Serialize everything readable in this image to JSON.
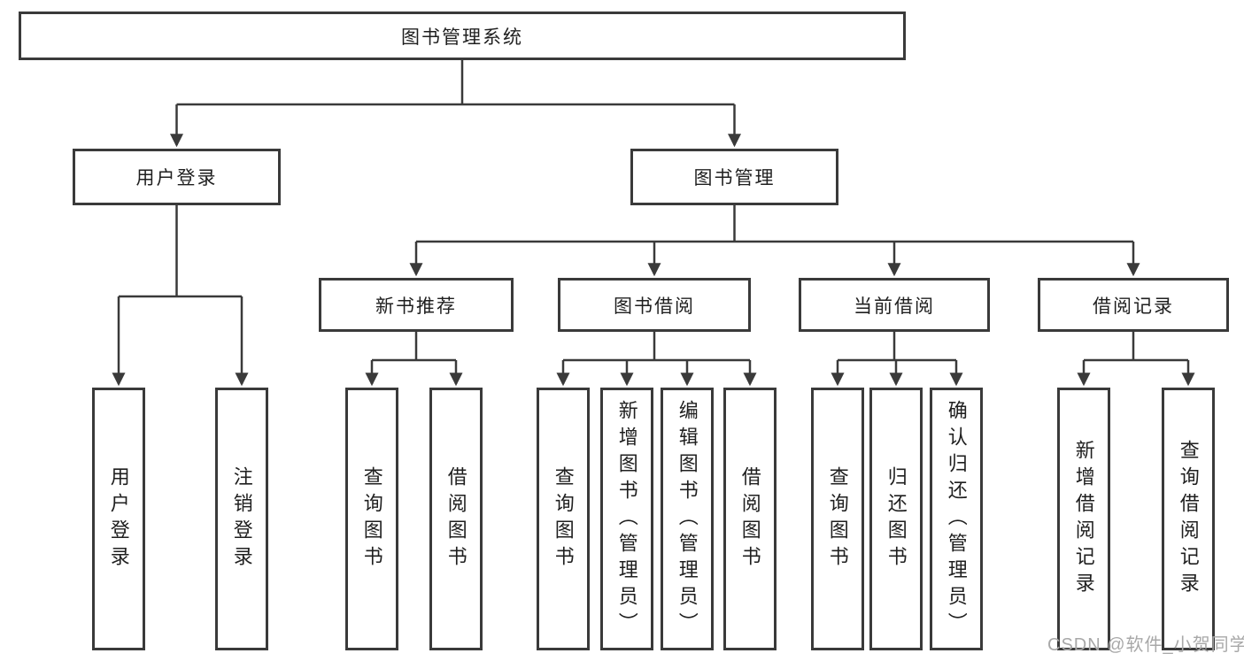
{
  "colors": {
    "line": "#3a3a3a",
    "text": "#1f1f1f",
    "box_bg": "#ffffff",
    "watermark": "#a8a8a8",
    "page_bg": "#ffffff"
  },
  "tree": {
    "root": {
      "label": "图书管理系统"
    },
    "branches": [
      {
        "label": "用户登录",
        "children": [
          {
            "label": "用户登录"
          },
          {
            "label": "注销登录"
          }
        ]
      },
      {
        "label": "图书管理",
        "children": [
          {
            "label": "新书推荐",
            "children": [
              {
                "label": "查询图书"
              },
              {
                "label": "借阅图书"
              }
            ]
          },
          {
            "label": "图书借阅",
            "children": [
              {
                "label": "查询图书"
              },
              {
                "label": "新增图书（管理员）"
              },
              {
                "label": "编辑图书（管理员）"
              },
              {
                "label": "借阅图书"
              }
            ]
          },
          {
            "label": "当前借阅",
            "children": [
              {
                "label": "查询图书"
              },
              {
                "label": "归还图书"
              },
              {
                "label": "确认归还（管理员）"
              }
            ]
          },
          {
            "label": "借阅记录",
            "children": [
              {
                "label": "新增借阅记录"
              },
              {
                "label": "查询借阅记录"
              }
            ]
          }
        ]
      }
    ]
  },
  "watermark": "CSDN @软件_小贺同学"
}
